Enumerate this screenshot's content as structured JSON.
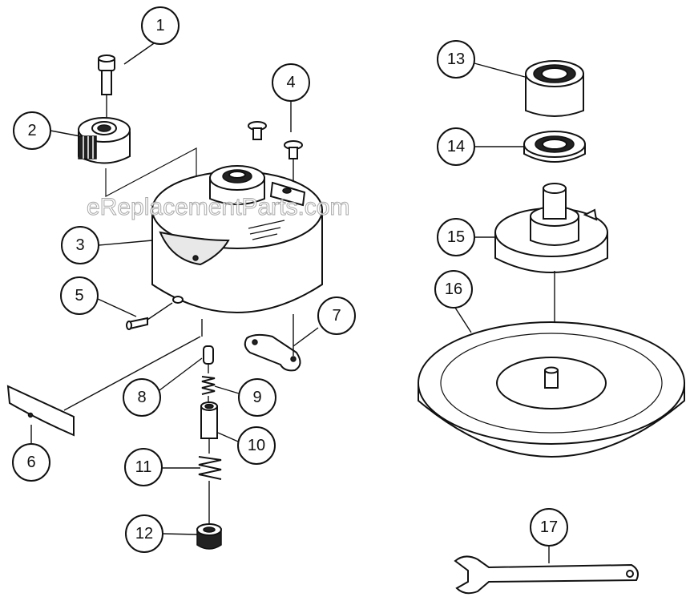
{
  "watermark": "eReplacementParts.com",
  "callouts": [
    {
      "label": "1"
    },
    {
      "label": "2"
    },
    {
      "label": "3"
    },
    {
      "label": "4"
    },
    {
      "label": "5"
    },
    {
      "label": "6"
    },
    {
      "label": "7"
    },
    {
      "label": "8"
    },
    {
      "label": "9"
    },
    {
      "label": "10"
    },
    {
      "label": "11"
    },
    {
      "label": "12"
    },
    {
      "label": "13"
    },
    {
      "label": "14"
    },
    {
      "label": "15"
    },
    {
      "label": "16"
    },
    {
      "label": "17"
    }
  ]
}
